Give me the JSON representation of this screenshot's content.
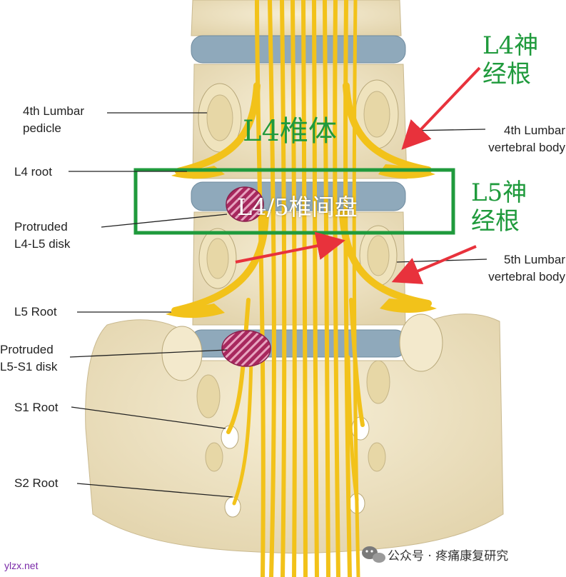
{
  "labels": {
    "pedicle": [
      "4th Lumbar",
      "pedicle"
    ],
    "l4_root": "L4 root",
    "protruded_l4l5": [
      "Protruded",
      "L4-L5 disk"
    ],
    "l5_root": "L5 Root",
    "protruded_l5s1": [
      "Protruded",
      "L5-S1 disk"
    ],
    "s1_root": "S1 Root",
    "s2_root": "S2 Root",
    "l4_body": [
      "4th Lumbar",
      "vertebral body"
    ],
    "l5_body": [
      "5th Lumbar",
      "vertebral body"
    ]
  },
  "annotations": {
    "l4_nerve": [
      "L4神",
      "经根"
    ],
    "l4_vertebra": "L4椎体",
    "l45_disc": "L4/5椎间盘",
    "l5_nerve": [
      "L5神",
      "经根"
    ]
  },
  "watermark": {
    "account": "公众号 · 疼痛康复研究",
    "site": "ylzx.net",
    "icon": "wechat-icon"
  },
  "colors": {
    "annotation_green": "#1f9a3c",
    "arrow_red": "#e8323c",
    "nerve_yellow": "#f2c21a",
    "bone": "#eee3c4",
    "disc_blue": "#8fa9bb",
    "protrusion": "#a8285e"
  }
}
